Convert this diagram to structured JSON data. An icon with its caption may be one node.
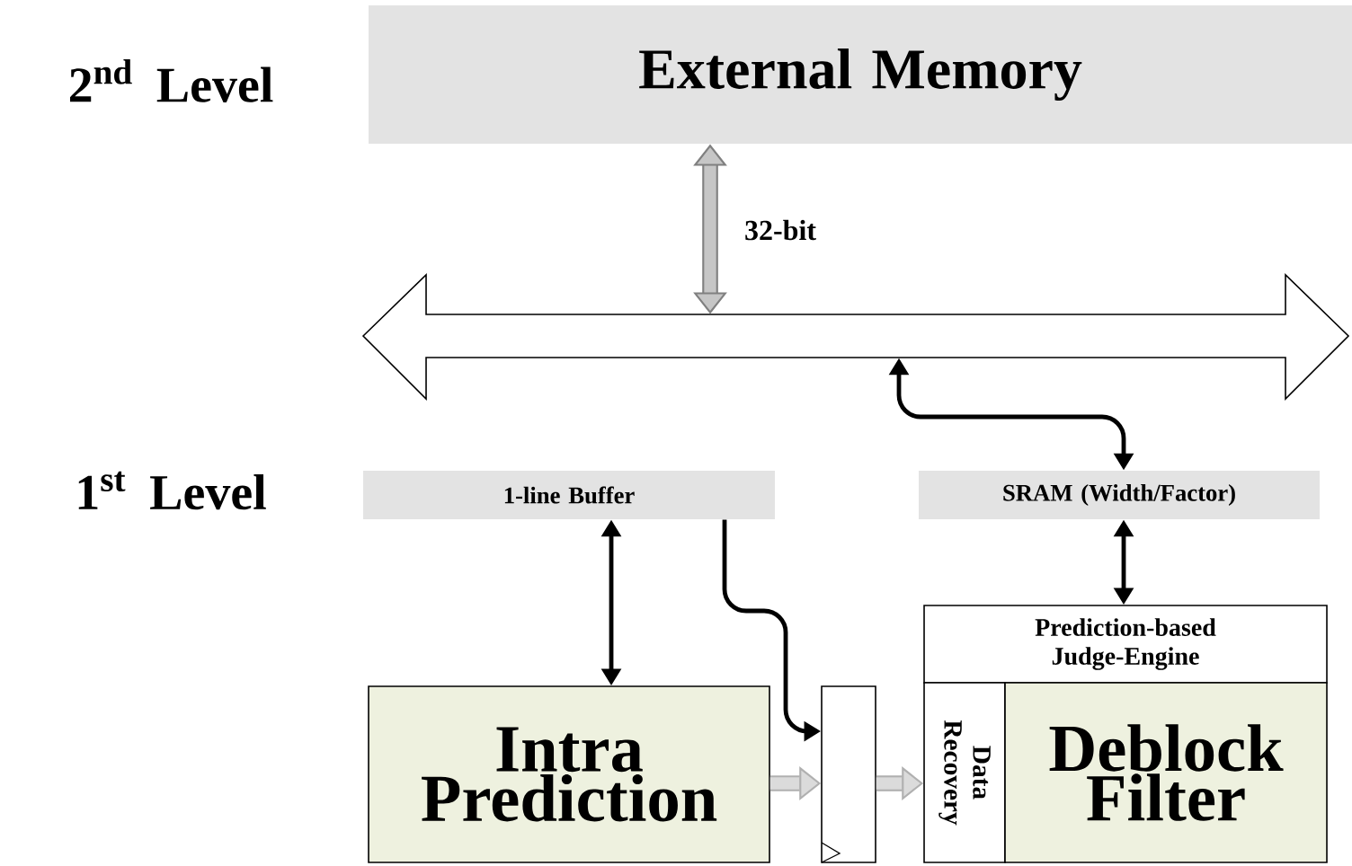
{
  "diagram": {
    "nodes": [
      {
        "text": [
          "External Memory"
        ]
      },
      {
        "text": [],
        "shape": "arrow"
      },
      {
        "text": [
          "1-line Buffer"
        ]
      },
      {
        "text": [
          "SRAM (Width/Factor)"
        ]
      },
      {
        "text": [
          "Prediction-based Judge-Engine"
        ]
      },
      {
        "text": [
          "Intra Prediction"
        ]
      },
      {
        "text": [],
        "shape": "box"
      },
      {
        "text": [
          "Data Recovery"
        ]
      },
      {
        "text": [
          "Deblock Filter"
        ]
      }
    ],
    "edges": [
      {
        "from": 0,
        "to": 1,
        "arrow": "both",
        "label": "32-bit",
        "style": "thick",
        "color": "#808080"
      },
      {
        "from": 1,
        "to": 3,
        "arrow": "both"
      },
      {
        "from": 2,
        "to": 5,
        "arrow": "both"
      },
      {
        "from": 2,
        "to": 6,
        "arrow": "to"
      },
      {
        "from": 5,
        "to": 6,
        "arrow": "to",
        "style": "thick",
        "color": "#b0b0b0"
      },
      {
        "from": 6,
        "to": 7,
        "arrow": "to",
        "style": "thick",
        "color": "#b0b0b0"
      },
      {
        "from": 3,
        "to": 4,
        "arrow": "both"
      }
    ],
    "labels": [
      "2$^{nd}$ Level",
      "1$^{st}$ Level"
    ]
  }
}
